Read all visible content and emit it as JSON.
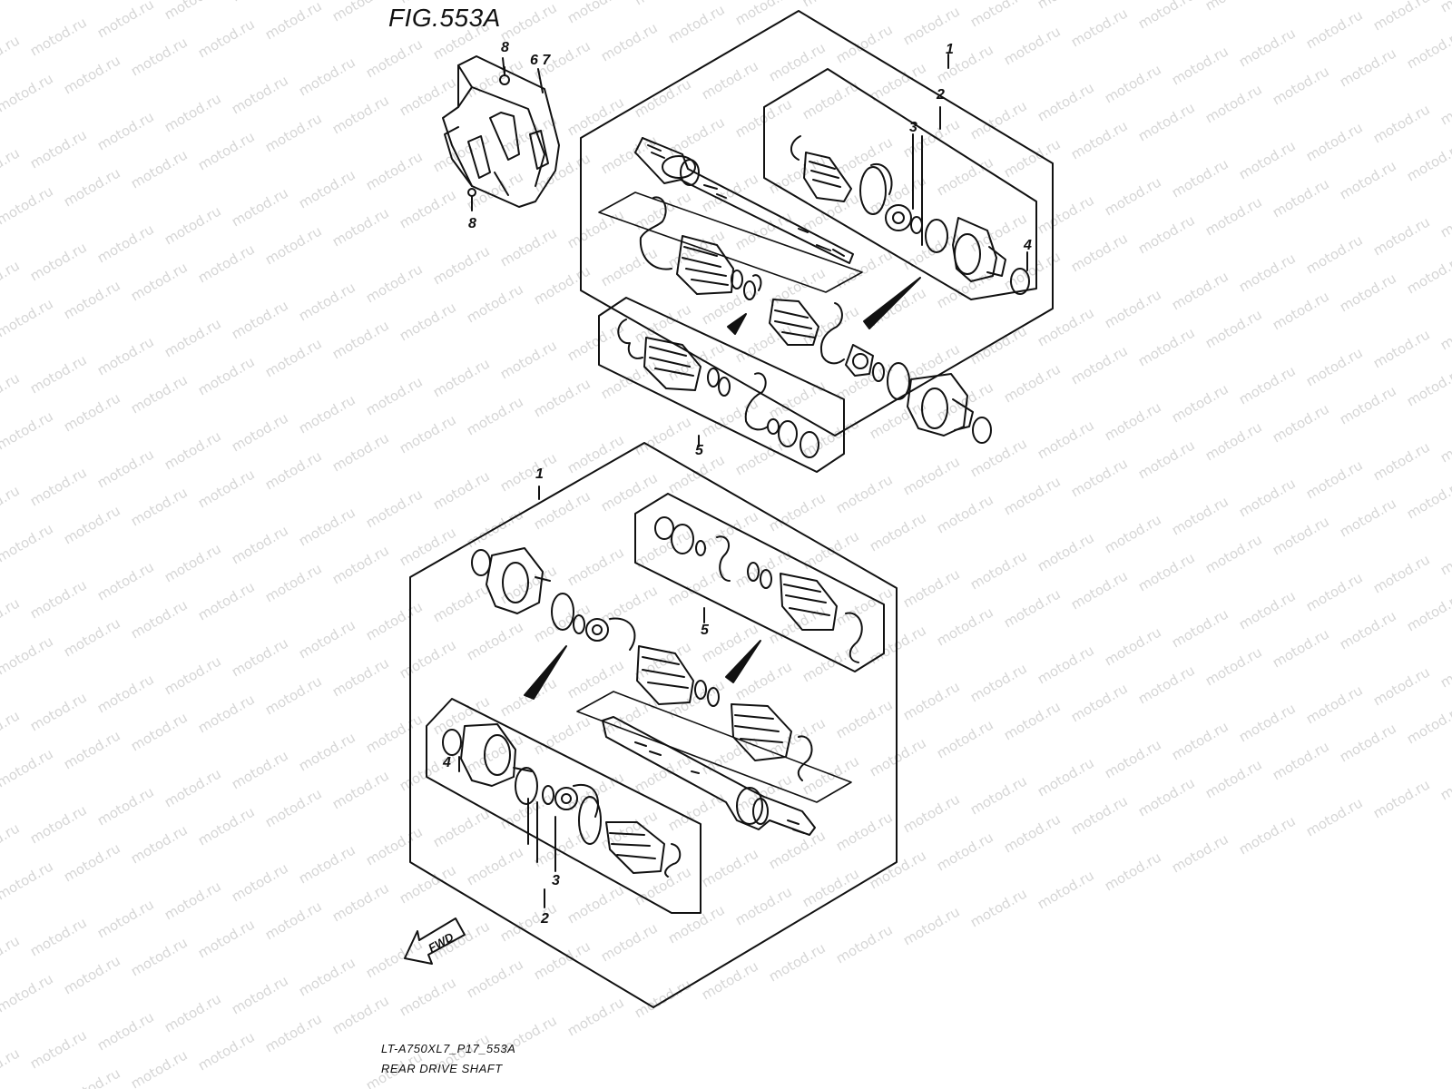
{
  "figure": {
    "title": "FIG.553A",
    "model_code": "LT-A750XL7_P17_553A",
    "caption": "REAR DRIVE SHAFT",
    "direction_label": "FWD",
    "watermark_text": "motod.ru"
  },
  "callouts": {
    "bracket_bolt_top": "8",
    "bracket_bolt_bottom": "8",
    "bracket_parts": "6 7",
    "upper_assy": "1",
    "upper_joint_set": "2",
    "upper_joint": "3",
    "upper_circlip": "4",
    "upper_boot_set": "5",
    "lower_assy": "1",
    "lower_boot_set": "5",
    "lower_circlip": "4",
    "lower_joint": "3",
    "lower_joint_set": "2"
  },
  "colors": {
    "line": "#111111",
    "watermark": "#d6d6d6",
    "background": "#ffffff"
  }
}
